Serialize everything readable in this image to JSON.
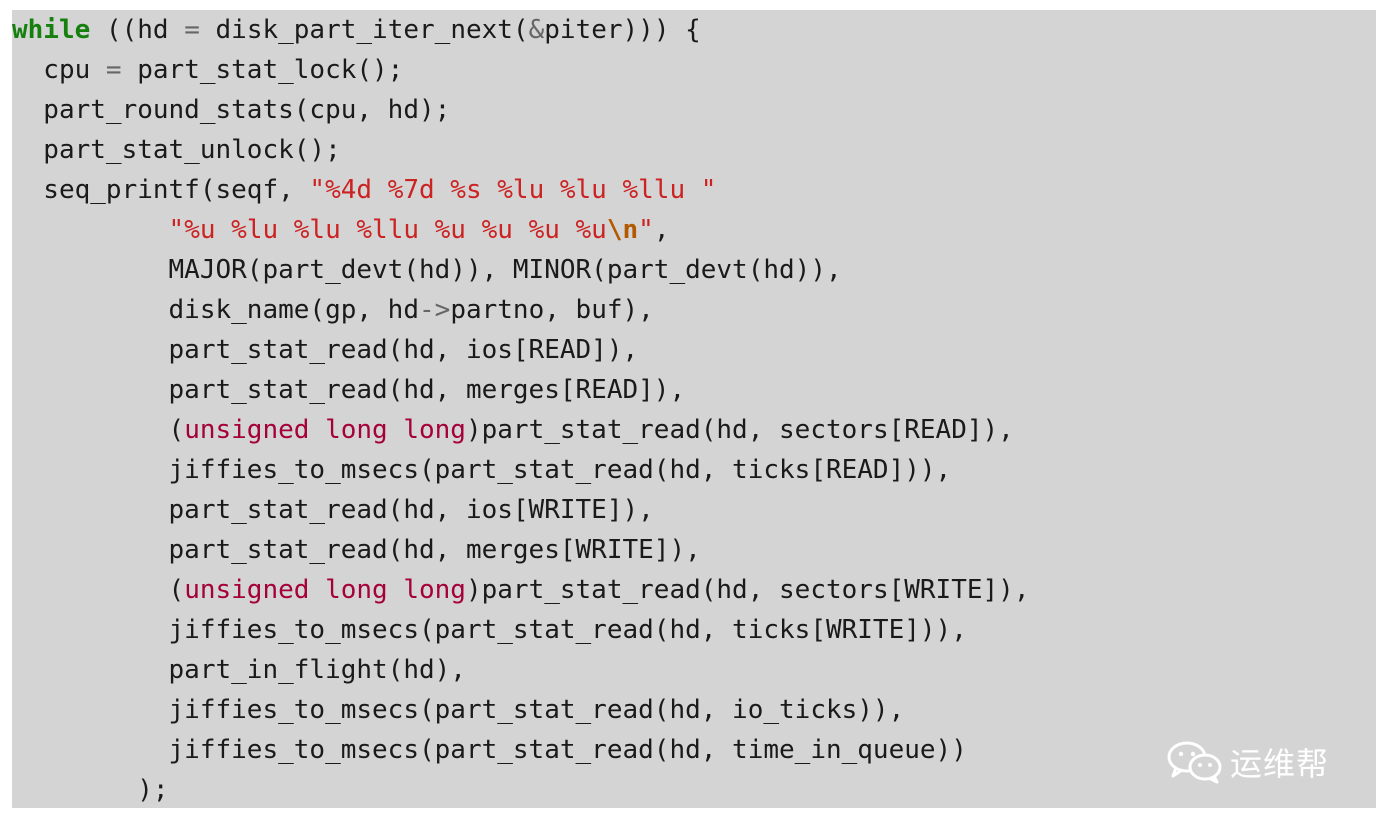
{
  "code": {
    "lines": [
      [
        {
          "t": "while",
          "c": "kw"
        },
        {
          "t": " ((hd ",
          "c": ""
        },
        {
          "t": "=",
          "c": "op"
        },
        {
          "t": " disk_part_iter_next(",
          "c": ""
        },
        {
          "t": "&",
          "c": "op"
        },
        {
          "t": "piter))) {",
          "c": ""
        }
      ],
      [
        {
          "t": "  cpu ",
          "c": ""
        },
        {
          "t": "=",
          "c": "op"
        },
        {
          "t": " part_stat_lock();",
          "c": ""
        }
      ],
      [
        {
          "t": "  part_round_stats(cpu, hd);",
          "c": ""
        }
      ],
      [
        {
          "t": "  part_stat_unlock();",
          "c": ""
        }
      ],
      [
        {
          "t": "  seq_printf(seqf, ",
          "c": ""
        },
        {
          "t": "\"%4d %7d %s %lu %lu %llu \"",
          "c": "str"
        }
      ],
      [
        {
          "t": "          ",
          "c": ""
        },
        {
          "t": "\"%u %lu %lu %llu %u %u %u %u",
          "c": "str"
        },
        {
          "t": "\\n",
          "c": "esc"
        },
        {
          "t": "\"",
          "c": "str"
        },
        {
          "t": ",",
          "c": ""
        }
      ],
      [
        {
          "t": "          MAJOR(part_devt(hd)), MINOR(part_devt(hd)),",
          "c": ""
        }
      ],
      [
        {
          "t": "          disk_name(gp, hd",
          "c": ""
        },
        {
          "t": "->",
          "c": "op"
        },
        {
          "t": "partno, buf),",
          "c": ""
        }
      ],
      [
        {
          "t": "          part_stat_read(hd, ios[READ]),",
          "c": ""
        }
      ],
      [
        {
          "t": "          part_stat_read(hd, merges[READ]),",
          "c": ""
        }
      ],
      [
        {
          "t": "          (",
          "c": ""
        },
        {
          "t": "unsigned long long",
          "c": "type"
        },
        {
          "t": ")part_stat_read(hd, sectors[READ]),",
          "c": ""
        }
      ],
      [
        {
          "t": "          jiffies_to_msecs(part_stat_read(hd, ticks[READ])),",
          "c": ""
        }
      ],
      [
        {
          "t": "          part_stat_read(hd, ios[WRITE]),",
          "c": ""
        }
      ],
      [
        {
          "t": "          part_stat_read(hd, merges[WRITE]),",
          "c": ""
        }
      ],
      [
        {
          "t": "          (",
          "c": ""
        },
        {
          "t": "unsigned long long",
          "c": "type"
        },
        {
          "t": ")part_stat_read(hd, sectors[WRITE]),",
          "c": ""
        }
      ],
      [
        {
          "t": "          jiffies_to_msecs(part_stat_read(hd, ticks[WRITE])),",
          "c": ""
        }
      ],
      [
        {
          "t": "          part_in_flight(hd),",
          "c": ""
        }
      ],
      [
        {
          "t": "          jiffies_to_msecs(part_stat_read(hd, io_ticks)),",
          "c": ""
        }
      ],
      [
        {
          "t": "          jiffies_to_msecs(part_stat_read(hd, time_in_queue))",
          "c": ""
        }
      ],
      [
        {
          "t": "        );",
          "c": ""
        }
      ]
    ]
  },
  "watermark": {
    "icon": "wechat-icon",
    "text": "运维帮"
  }
}
